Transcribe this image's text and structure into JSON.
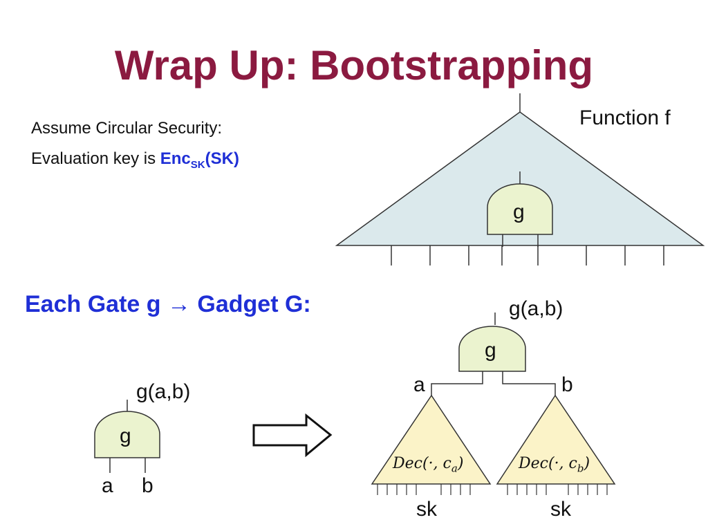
{
  "title": "Wrap Up: Bootstrapping",
  "assumption": {
    "line1": "Assume Circular Security:",
    "line2_prefix": "Evaluation key is ",
    "key_main": "Enc",
    "key_sub": "SK",
    "key_arg": "(SK)"
  },
  "function_label": "Function f",
  "gate_label": "g",
  "section_heading": "Each Gate g → Gadget G:",
  "left_gate": {
    "output": "g(a,b)",
    "label": "g",
    "input_a": "a",
    "input_b": "b"
  },
  "right_gadget": {
    "output": "g(a,b)",
    "label": "g",
    "input_a": "a",
    "input_b": "b",
    "dec_left_main": "Dec(·, c",
    "dec_left_sub": "a",
    "dec_left_end": ")",
    "dec_right_main": "Dec(·, c",
    "dec_right_sub": "b",
    "dec_right_end": ")",
    "sk_left": "sk",
    "sk_right": "sk"
  },
  "colors": {
    "title": "#8b1a40",
    "accent_blue": "#1f2fd6",
    "function_fill": "#dbe9ec",
    "gate_fill": "#ebf3cf",
    "dec_fill": "#fbf3c8"
  }
}
